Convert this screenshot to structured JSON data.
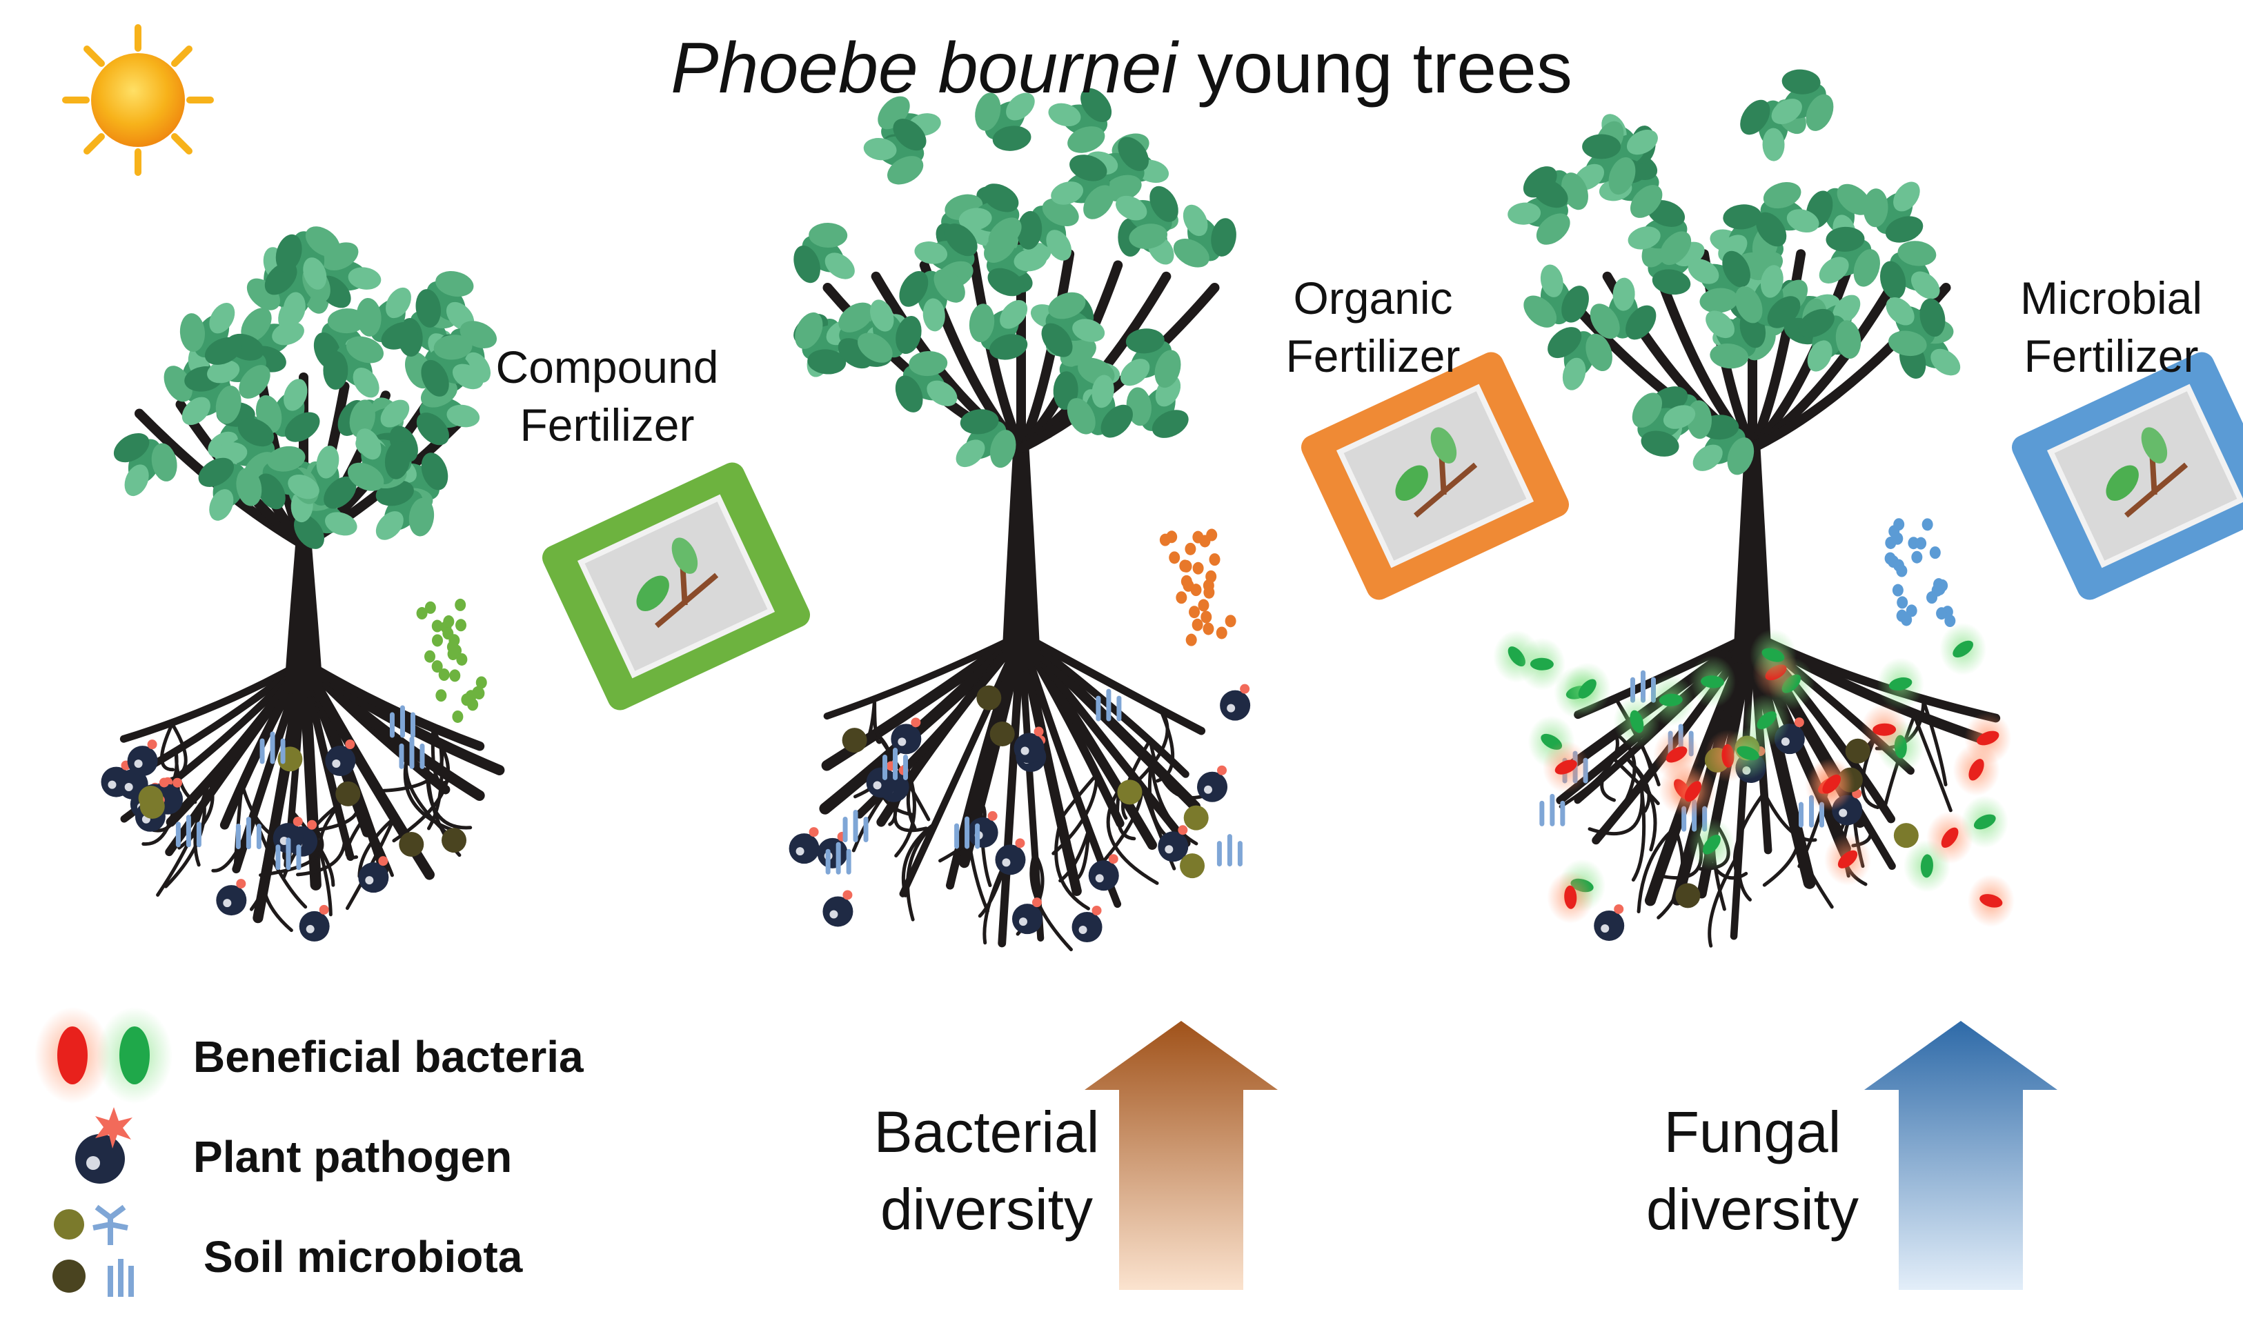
{
  "title": {
    "species": "Phoebe bournei",
    "rest": " young trees"
  },
  "panels": [
    {
      "fertilizer_line1": "Compound",
      "fertilizer_line2": "Fertilizer",
      "bag_color": "#6db33f",
      "granule_color": "#6db33f"
    },
    {
      "fertilizer_line1": "Organic",
      "fertilizer_line2": "Fertilizer",
      "bag_color": "#ef8a35",
      "granule_color": "#e8782a"
    },
    {
      "fertilizer_line1": "Microbial",
      "fertilizer_line2": "Fertilizer",
      "bag_color": "#5b9bd5",
      "granule_color": "#5b9bd5"
    }
  ],
  "arrows": [
    {
      "line1": "Bacterial",
      "line2": "diversity",
      "color_top": "#a0521a",
      "color_bottom": "#fbe3cf"
    },
    {
      "line1": "Fungal",
      "line2": "diversity",
      "color_top": "#2e6aa8",
      "color_bottom": "#e3eef9"
    }
  ],
  "legend": {
    "beneficial": "Beneficial bacteria",
    "pathogen": "Plant pathogen",
    "soil": "Soil microbiota"
  },
  "colors": {
    "leaf": "#3e9b6a",
    "trunk": "#1e1a1a",
    "pathogen": "#1f2a44",
    "bacteria_red": "#e8211c",
    "bacteria_green": "#1fa84a",
    "soil_olive": "#7b7a2c",
    "soil_blue": "#7fa6d6",
    "sun": "#f7b21a"
  }
}
